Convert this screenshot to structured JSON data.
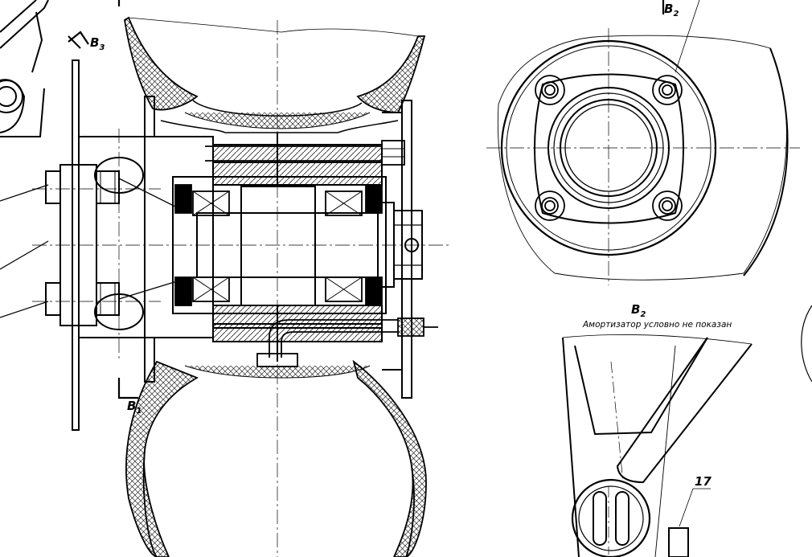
{
  "labels": {
    "section_b3": {
      "letter": "В",
      "index": "3"
    },
    "section_b1": {
      "letter": "В",
      "index": "1"
    },
    "section_b2_top": {
      "letter": "В",
      "index": "2"
    },
    "section_b2_view": {
      "letter": "В",
      "index": "2"
    },
    "note": "Амортизатор условно не показан",
    "part_17": "17"
  }
}
